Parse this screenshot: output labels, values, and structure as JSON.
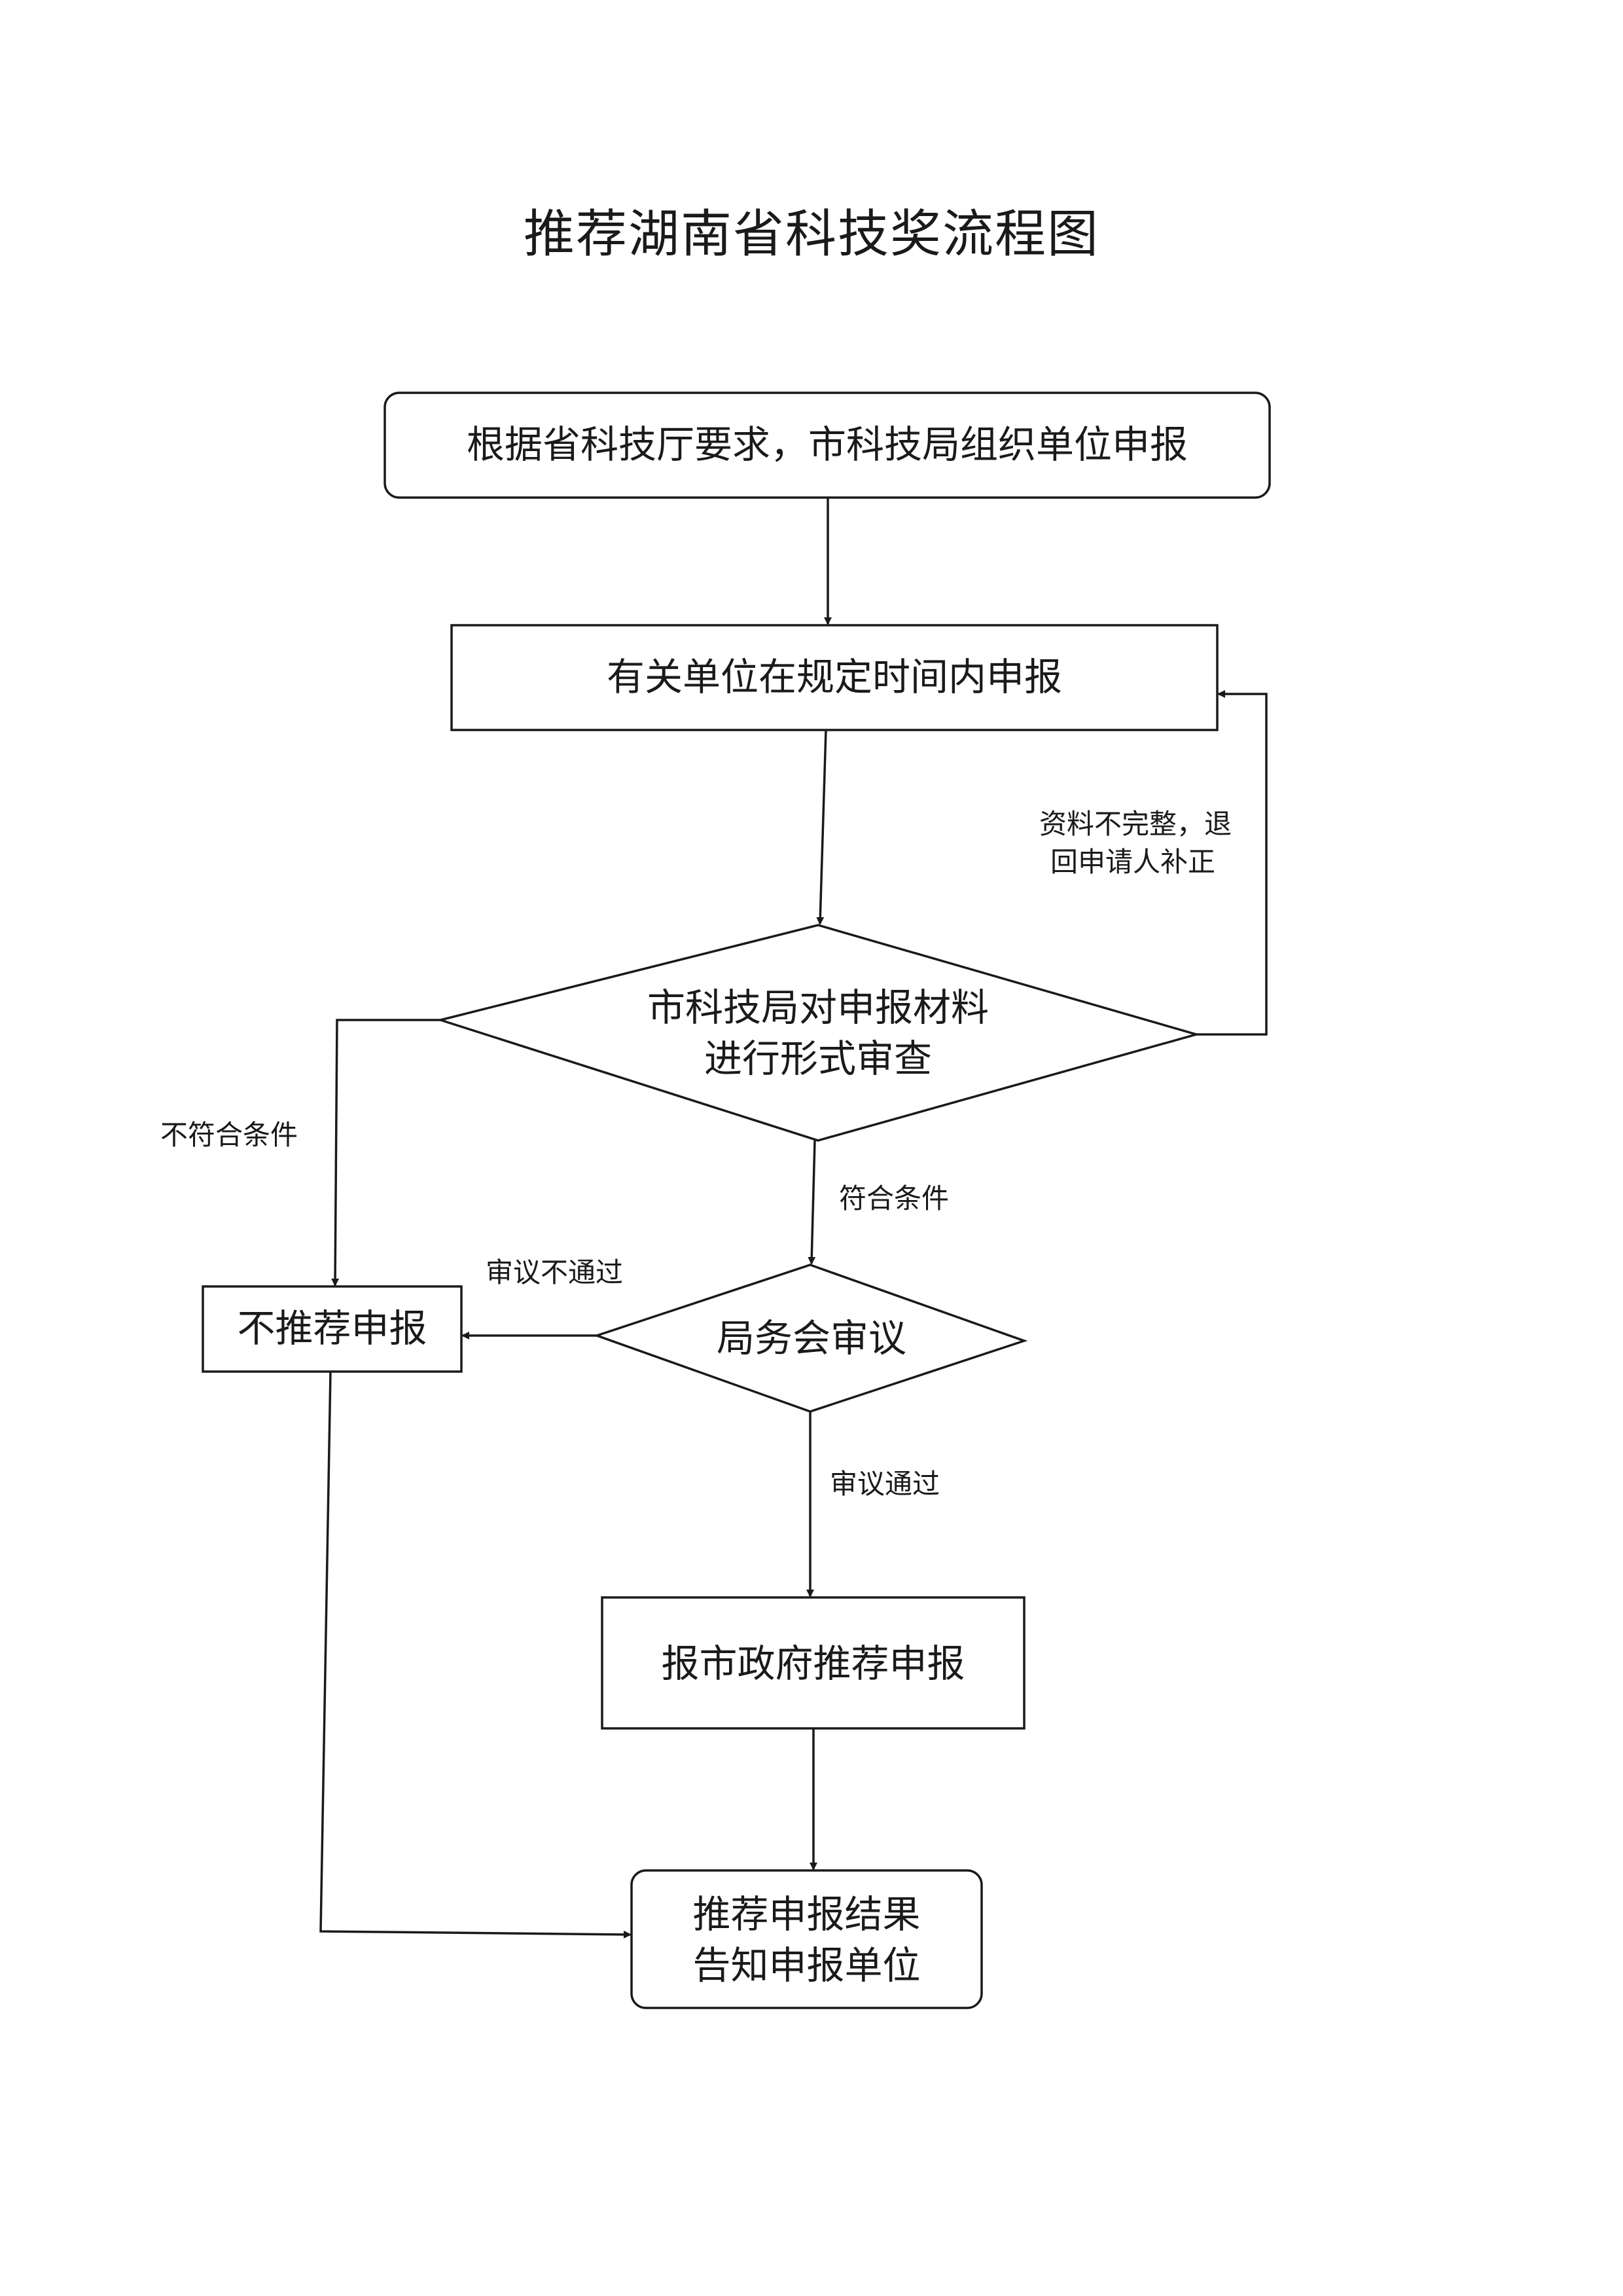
{
  "title": "推荐湖南省科技奖流程图",
  "nodes": {
    "start": "根据省科技厅要求，市科技局组织单位申报",
    "submit": "有关单位在规定时间内申报",
    "review_line1": "市科技局对申报材料",
    "review_line2": "进行形式审查",
    "not_recommend": "不推荐申报",
    "bureau_meeting": "局务会审议",
    "report_gov": "报市政府推荐申报",
    "result_line1": "推荐申报结果",
    "result_line2": "告知申报单位"
  },
  "edge_labels": {
    "incomplete_line1": "资料不完整，退",
    "incomplete_line2": "回申请人补正",
    "not_qualified": "不符合条件",
    "qualified": "符合条件",
    "review_failed": "审议不通过",
    "review_passed": "审议通过"
  }
}
